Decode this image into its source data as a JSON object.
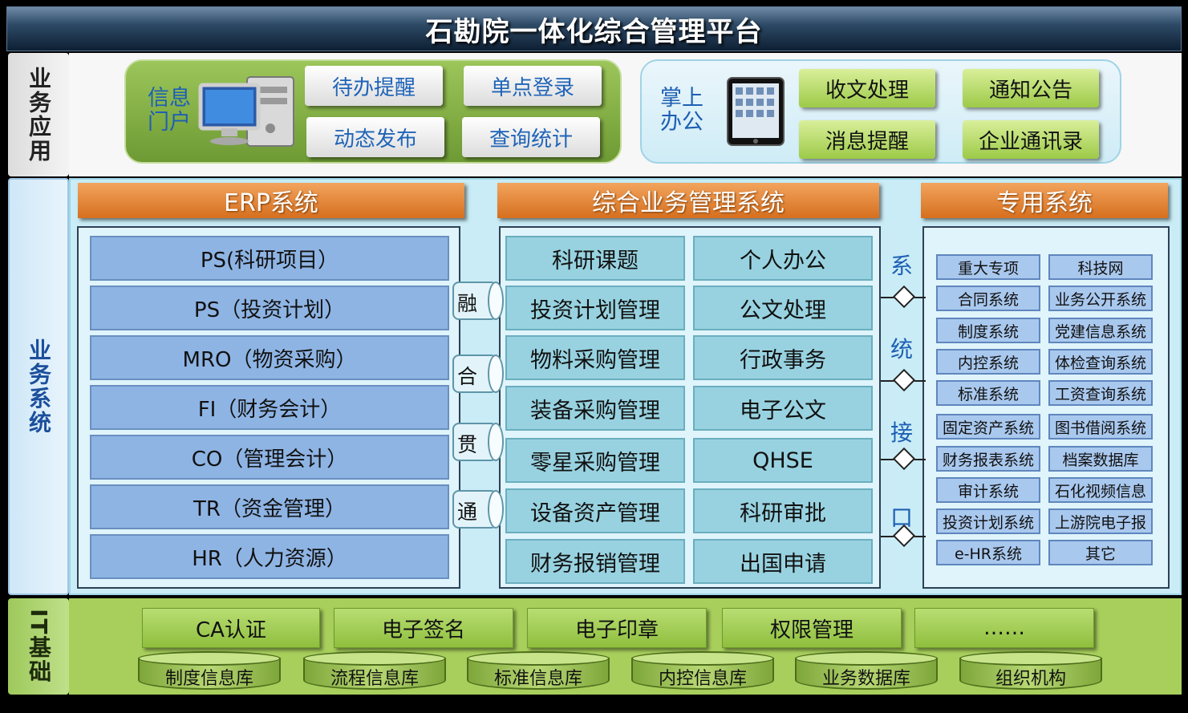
{
  "title": "石勘院一体化综合管理平台",
  "rows": {
    "app": "业务应用",
    "sys": "业务系统",
    "it": "IT基础"
  },
  "portal": {
    "label": "信息门户",
    "buttons": [
      "待办提醒",
      "单点登录",
      "动态发布",
      "查询统计"
    ]
  },
  "mobile": {
    "label": "掌上办公",
    "buttons": [
      "收文处理",
      "通知公告",
      "消息提醒",
      "企业通讯录"
    ]
  },
  "erp": {
    "header": "ERP系统",
    "items": [
      "PS(科研项目）",
      "PS（投资计划）",
      "MRO（物资采购）",
      "FI（财务会计）",
      "CO（管理会计）",
      "TR（资金管理）",
      "HR（人力资源）"
    ]
  },
  "fusion": [
    "融",
    "合",
    "贯",
    "通"
  ],
  "biz": {
    "header": "综合业务管理系统",
    "left": [
      "科研课题",
      "投资计划管理",
      "物料采购管理",
      "装备采购管理",
      "零星采购管理",
      "设备资产管理",
      "财务报销管理"
    ],
    "right": [
      "个人办公",
      "公文处理",
      "行政事务",
      "电子公文",
      "QHSE",
      "科研审批",
      "出国申请"
    ]
  },
  "interface": [
    "系",
    "统",
    "接",
    "口"
  ],
  "special": {
    "header": "专用系统",
    "left": [
      "重大专项",
      "合同系统",
      "制度系统",
      "内控系统",
      "标准系统",
      "固定资产系统",
      "财务报表系统",
      "审计系统",
      "投资计划系统",
      "e-HR系统"
    ],
    "right": [
      "科技网",
      "业务公开系统",
      "党建信息系统",
      "体检查询系统",
      "工资查询系统",
      "图书借阅系统",
      "档案数据库",
      "石化视频信息",
      "上游院电子报",
      "其它"
    ]
  },
  "it": {
    "services": [
      "CA认证",
      "电子签名",
      "电子印章",
      "权限管理",
      "……"
    ],
    "databases": [
      "制度信息库",
      "流程信息库",
      "标准信息库",
      "内控信息库",
      "业务数据库",
      "组织机构"
    ]
  },
  "colors": {
    "header_orange": "#e07b2a",
    "erp_blue": "#8eb4e4",
    "biz_teal": "#98d2e0",
    "special_blue": "#a9c8ee",
    "it_green": "#a8cf5c",
    "label_blue": "#1e5fb4"
  }
}
